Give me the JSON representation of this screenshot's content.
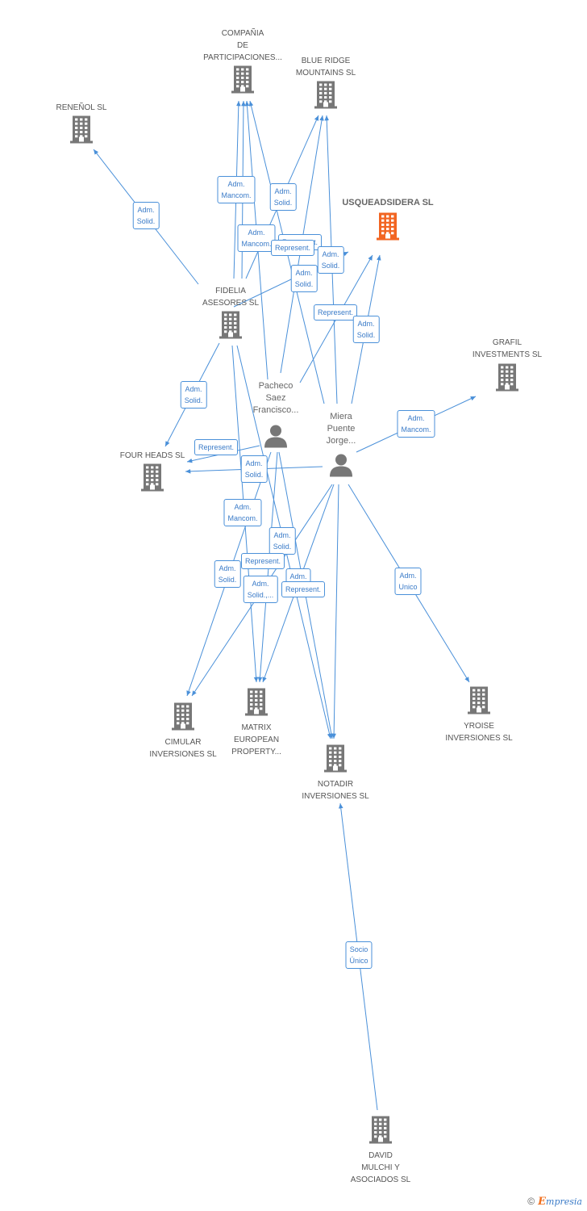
{
  "colors": {
    "edge": "#4a90d9",
    "node": "#777777",
    "highlight": "#f26522",
    "label_text": "#3a7bc8"
  },
  "nodes": [
    {
      "id": "compania",
      "kind": "company",
      "label": [
        "COMPAÑIA",
        "DE",
        "PARTICIPACIONES..."
      ]
    },
    {
      "id": "blueridge",
      "kind": "company",
      "label": [
        "BLUE RIDGE",
        "MOUNTAINS SL"
      ]
    },
    {
      "id": "renenol",
      "kind": "company",
      "label": [
        "RENEÑOL SL"
      ]
    },
    {
      "id": "usquead",
      "kind": "company-main",
      "label": [
        "USQUEADSIDERA SL"
      ]
    },
    {
      "id": "fidelia",
      "kind": "company",
      "label": [
        "FIDELIA",
        "ASESORES SL"
      ]
    },
    {
      "id": "grafil",
      "kind": "company",
      "label": [
        "GRAFIL",
        "INVESTMENTS SL"
      ]
    },
    {
      "id": "pacheco",
      "kind": "person",
      "label": [
        "Pacheco",
        "Saez",
        "Francisco..."
      ]
    },
    {
      "id": "miera",
      "kind": "person",
      "label": [
        "Miera",
        "Puente",
        "Jorge..."
      ]
    },
    {
      "id": "fourheads",
      "kind": "company",
      "label": [
        "FOUR HEADS SL"
      ]
    },
    {
      "id": "cimular",
      "kind": "company",
      "label": [
        "CIMULAR",
        "INVERSIONES SL"
      ]
    },
    {
      "id": "matrix",
      "kind": "company",
      "label": [
        "MATRIX",
        "EUROPEAN",
        "PROPERTY..."
      ]
    },
    {
      "id": "yroise",
      "kind": "company",
      "label": [
        "YROISE",
        "INVERSIONES SL"
      ]
    },
    {
      "id": "notadir",
      "kind": "company",
      "label": [
        "NOTADIR",
        "INVERSIONES SL"
      ]
    },
    {
      "id": "david",
      "kind": "company",
      "label": [
        "DAVID",
        "MULCHI Y",
        "ASOCIADOS SL"
      ]
    }
  ],
  "edges": [
    {
      "from": "fidelia",
      "to": "renenol"
    },
    {
      "from": "fidelia",
      "to": "compania"
    },
    {
      "from": "fidelia",
      "to": "compania"
    },
    {
      "from": "fidelia",
      "to": "blueridge"
    },
    {
      "from": "fidelia",
      "to": "usquead"
    },
    {
      "from": "fidelia",
      "to": "fourheads"
    },
    {
      "from": "fidelia",
      "to": "matrix"
    },
    {
      "from": "fidelia",
      "to": "notadir"
    },
    {
      "from": "pacheco",
      "to": "compania"
    },
    {
      "from": "pacheco",
      "to": "blueridge"
    },
    {
      "from": "pacheco",
      "to": "usquead"
    },
    {
      "from": "pacheco",
      "to": "fourheads"
    },
    {
      "from": "pacheco",
      "to": "cimular"
    },
    {
      "from": "pacheco",
      "to": "matrix"
    },
    {
      "from": "pacheco",
      "to": "notadir"
    },
    {
      "from": "miera",
      "to": "compania"
    },
    {
      "from": "miera",
      "to": "blueridge"
    },
    {
      "from": "miera",
      "to": "usquead"
    },
    {
      "from": "miera",
      "to": "grafil"
    },
    {
      "from": "miera",
      "to": "fourheads"
    },
    {
      "from": "miera",
      "to": "cimular"
    },
    {
      "from": "miera",
      "to": "matrix"
    },
    {
      "from": "miera",
      "to": "yroise"
    },
    {
      "from": "miera",
      "to": "notadir"
    },
    {
      "from": "david",
      "to": "notadir"
    }
  ],
  "relation_labels": [
    [
      "Adm.",
      "Solid."
    ],
    [
      "Adm.",
      "Mancom."
    ],
    [
      "Adm.",
      "Solid."
    ],
    [
      "Adm.",
      "Mancom."
    ],
    [
      "Represent."
    ],
    [
      "Represent."
    ],
    [
      "Adm.",
      "Solid."
    ],
    [
      "Adm.",
      "Solid."
    ],
    [
      "Represent."
    ],
    [
      "Adm.",
      "Solid."
    ],
    [
      "Adm.",
      "Solid."
    ],
    [
      "Adm.",
      "Mancom."
    ],
    [
      "Represent."
    ],
    [
      "Adm.",
      "Solid."
    ],
    [
      "Adm.",
      "Mancom."
    ],
    [
      "Adm.",
      "Solid."
    ],
    [
      "Represent."
    ],
    [
      "Adm.",
      "Solid."
    ],
    [
      "Adm.",
      "Solid.,..."
    ],
    [
      "Adm."
    ],
    [
      "Represent."
    ],
    [
      "Adm.",
      "Unico"
    ],
    [
      "Socio",
      "Único"
    ]
  ],
  "footer": {
    "copyright": "©",
    "brand_initial": "E",
    "brand_rest": "mpresia"
  }
}
